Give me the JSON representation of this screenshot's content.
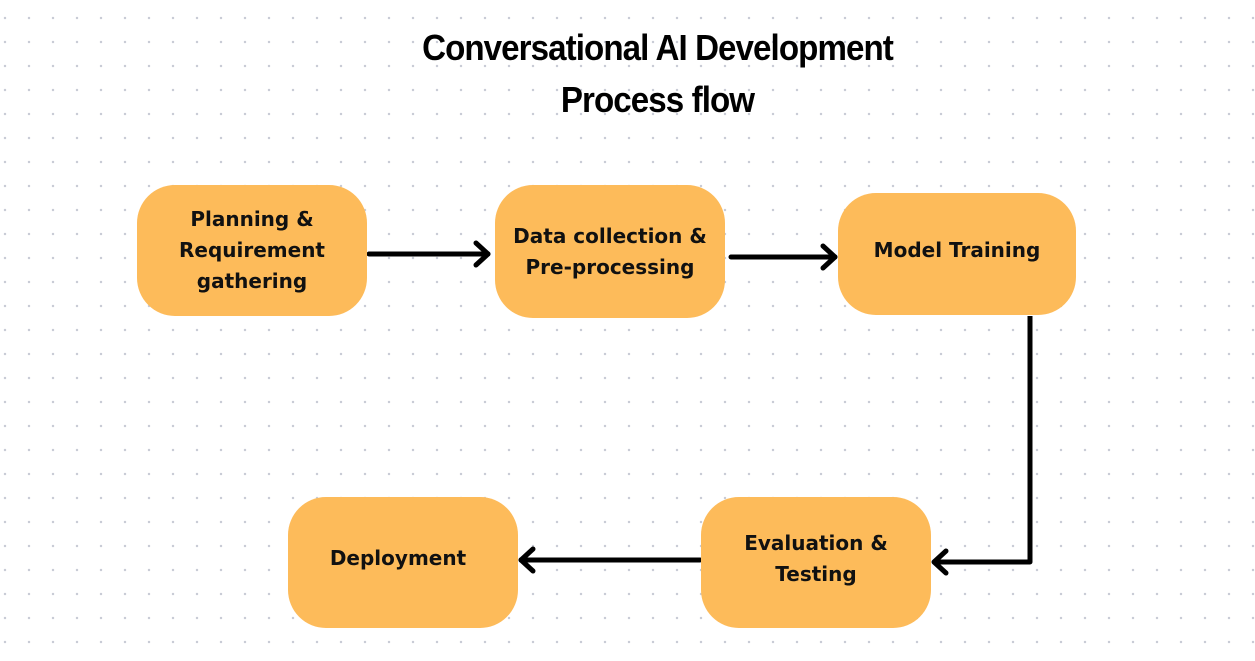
{
  "title": {
    "line1": "Conversational AI Development",
    "line2": "Process flow"
  },
  "colors": {
    "box_fill": "#fdbb5a",
    "arrow": "#000000",
    "dot": "#c9ccd6"
  },
  "steps": [
    {
      "id": "planning",
      "lines": [
        "Planning &",
        "Requirement",
        "gathering"
      ]
    },
    {
      "id": "data-collection",
      "lines": [
        "Data collection &",
        "Pre-processing"
      ]
    },
    {
      "id": "model-training",
      "lines": [
        "Model Training"
      ]
    },
    {
      "id": "evaluation",
      "lines": [
        "Evaluation &",
        "Testing"
      ]
    },
    {
      "id": "deployment",
      "lines": [
        "Deployment"
      ]
    }
  ],
  "flow": [
    {
      "from": "planning",
      "to": "data-collection"
    },
    {
      "from": "data-collection",
      "to": "model-training"
    },
    {
      "from": "model-training",
      "to": "evaluation"
    },
    {
      "from": "evaluation",
      "to": "deployment"
    }
  ]
}
